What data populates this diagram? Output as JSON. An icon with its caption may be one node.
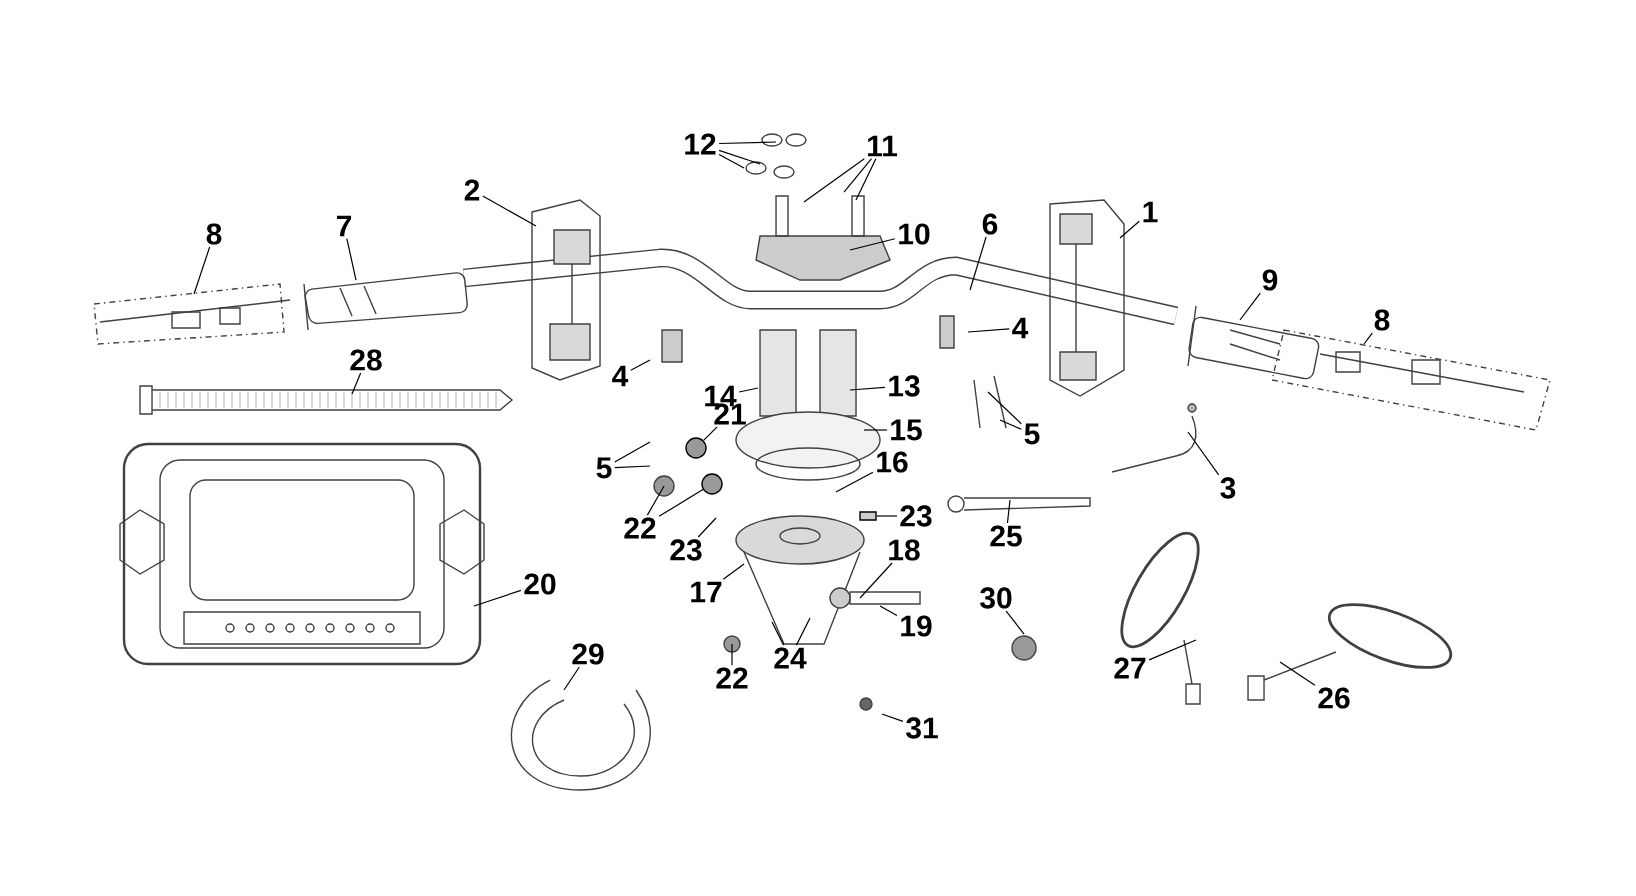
{
  "diagram": {
    "nodes": [
      {
        "text": [
          "12"
        ]
      },
      {
        "text": [
          "11"
        ]
      },
      {
        "text": [
          "2"
        ]
      },
      {
        "text": [
          "10"
        ]
      },
      {
        "text": [
          "6"
        ]
      },
      {
        "text": [
          "1"
        ]
      },
      {
        "text": [
          "8"
        ]
      },
      {
        "text": [
          "7"
        ]
      },
      {
        "text": [
          "9"
        ]
      },
      {
        "text": [
          "8"
        ]
      },
      {
        "text": [
          "4"
        ]
      },
      {
        "text": [
          "4"
        ]
      },
      {
        "text": [
          "14"
        ]
      },
      {
        "text": [
          "13"
        ]
      },
      {
        "text": [
          "28"
        ]
      },
      {
        "text": [
          "21"
        ]
      },
      {
        "text": [
          "5"
        ]
      },
      {
        "text": [
          "5"
        ]
      },
      {
        "text": [
          "15"
        ]
      },
      {
        "text": [
          "16"
        ]
      },
      {
        "text": [
          "3"
        ]
      },
      {
        "text": [
          "22"
        ]
      },
      {
        "text": [
          "23"
        ]
      },
      {
        "text": [
          "23"
        ]
      },
      {
        "text": [
          "25"
        ]
      },
      {
        "text": [
          "20"
        ]
      },
      {
        "text": [
          "17"
        ]
      },
      {
        "text": [
          "18"
        ]
      },
      {
        "text": [
          "30"
        ]
      },
      {
        "text": [
          "19"
        ]
      },
      {
        "text": [
          "27"
        ]
      },
      {
        "text": [
          "26"
        ]
      },
      {
        "text": [
          "24"
        ]
      },
      {
        "text": [
          "22"
        ]
      },
      {
        "text": [
          "29"
        ]
      },
      {
        "text": [
          "31"
        ]
      },
      {
        "text": [],
        "shape": "circle"
      },
      {
        "text": [],
        "shape": "circle"
      },
      {
        "text": [],
        "shape": "box"
      }
    ],
    "edges": [
      {
        "from": 0,
        "to": null,
        "arrow": "none"
      },
      {
        "from": 0,
        "to": null,
        "arrow": "none"
      },
      {
        "from": 0,
        "to": null,
        "arrow": "none"
      },
      {
        "from": 1,
        "to": null,
        "arrow": "none"
      },
      {
        "from": 1,
        "to": null,
        "arrow": "none"
      },
      {
        "from": 1,
        "to": null,
        "arrow": "none"
      },
      {
        "from": 2,
        "to": null,
        "arrow": "none"
      },
      {
        "from": 3,
        "to": null,
        "arrow": "none"
      },
      {
        "from": 4,
        "to": null,
        "arrow": "none"
      },
      {
        "from": 5,
        "to": null,
        "arrow": "none"
      },
      {
        "from": 6,
        "to": null,
        "arrow": "none"
      },
      {
        "from": 7,
        "to": null,
        "arrow": "none"
      },
      {
        "from": 8,
        "to": null,
        "arrow": "none"
      },
      {
        "from": 9,
        "to": null,
        "arrow": "none"
      },
      {
        "from": 10,
        "to": null,
        "arrow": "none"
      },
      {
        "from": 11,
        "to": null,
        "arrow": "none"
      },
      {
        "from": 12,
        "to": null,
        "arrow": "none"
      },
      {
        "from": 13,
        "to": null,
        "arrow": "none"
      },
      {
        "from": 14,
        "to": null,
        "arrow": "none"
      },
      {
        "from": 15,
        "to": 36,
        "arrow": "none"
      },
      {
        "from": 16,
        "to": null,
        "arrow": "none"
      },
      {
        "from": 16,
        "to": null,
        "arrow": "none"
      },
      {
        "from": 17,
        "to": null,
        "arrow": "none"
      },
      {
        "from": 17,
        "to": null,
        "arrow": "none"
      },
      {
        "from": 18,
        "to": null,
        "arrow": "none"
      },
      {
        "from": 19,
        "to": null,
        "arrow": "none"
      },
      {
        "from": 20,
        "to": null,
        "arrow": "none"
      },
      {
        "from": 21,
        "to": null,
        "arrow": "none"
      },
      {
        "from": 21,
        "to": 37,
        "arrow": "none"
      },
      {
        "from": 22,
        "to": null,
        "arrow": "none"
      },
      {
        "from": 23,
        "to": 38,
        "arrow": "none"
      },
      {
        "from": 24,
        "to": null,
        "arrow": "none"
      },
      {
        "from": 25,
        "to": null,
        "arrow": "none"
      },
      {
        "from": 26,
        "to": null,
        "arrow": "none"
      },
      {
        "from": 27,
        "to": null,
        "arrow": "none"
      },
      {
        "from": 28,
        "to": null,
        "arrow": "none"
      },
      {
        "from": 29,
        "to": null,
        "arrow": "none"
      },
      {
        "from": 30,
        "to": null,
        "arrow": "none"
      },
      {
        "from": 31,
        "to": null,
        "arrow": "none"
      },
      {
        "from": 32,
        "to": null,
        "arrow": "none"
      },
      {
        "from": 32,
        "to": null,
        "arrow": "none"
      },
      {
        "from": 33,
        "to": null,
        "arrow": "none"
      },
      {
        "from": 34,
        "to": null,
        "arrow": "none"
      },
      {
        "from": 35,
        "to": null,
        "arrow": "none"
      }
    ]
  }
}
